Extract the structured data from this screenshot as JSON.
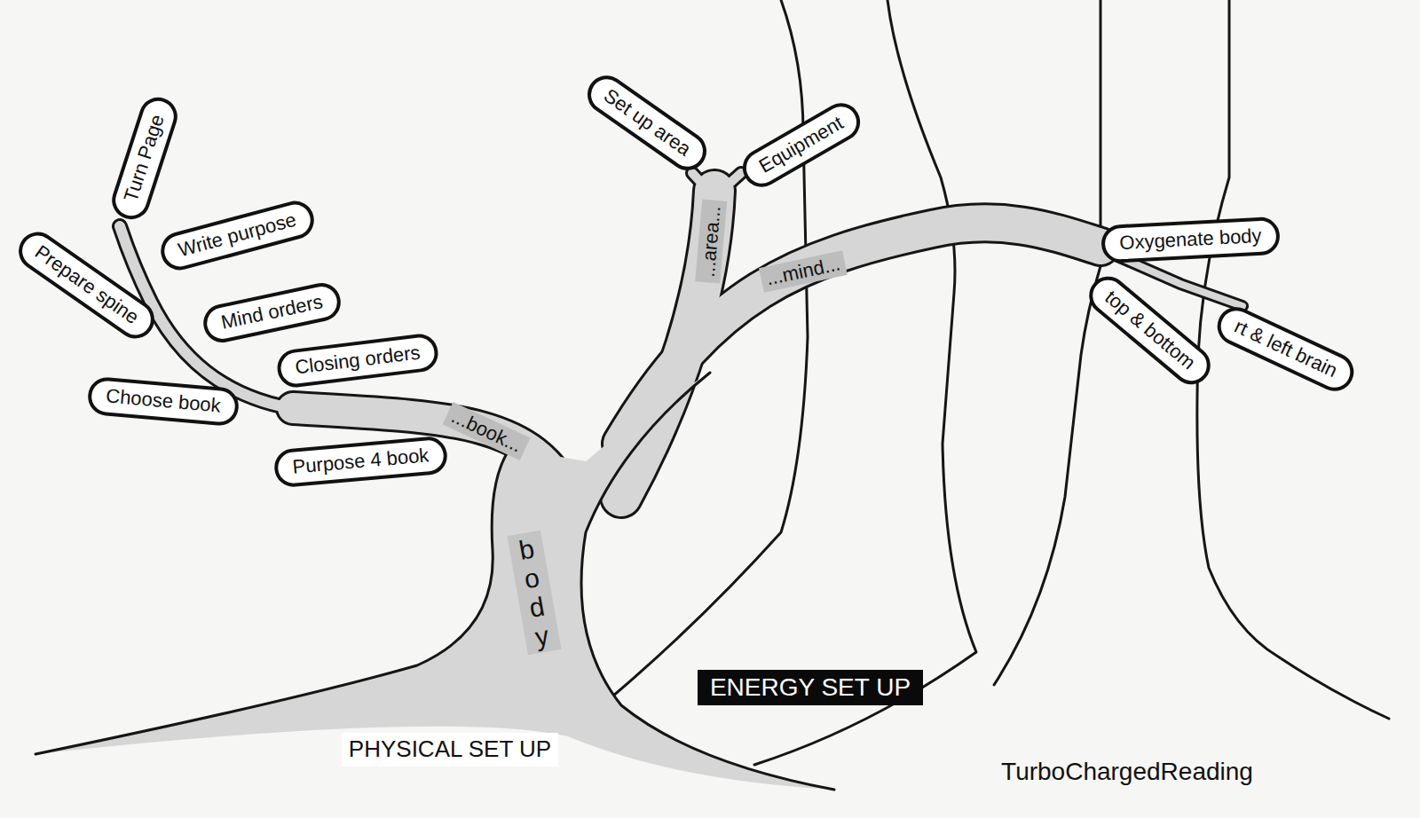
{
  "diagram": {
    "nodes": [
      {
        "text": [
          "Turn Page"
        ]
      },
      {
        "text": [
          "Write purpose"
        ]
      },
      {
        "text": [
          "Prepare spine"
        ]
      },
      {
        "text": [
          "Mind orders"
        ]
      },
      {
        "text": [
          "Closing orders"
        ]
      },
      {
        "text": [
          "Choose book"
        ]
      },
      {
        "text": [
          "Purpose 4 book"
        ]
      },
      {
        "text": [
          "Set up area"
        ]
      },
      {
        "text": [
          "Equipment"
        ]
      },
      {
        "text": [
          "Oxygenate body"
        ]
      },
      {
        "text": [
          "top & bottom"
        ]
      },
      {
        "text": [
          "rt & left brain"
        ]
      }
    ],
    "labels": [
      "...book...",
      "...area...",
      "...mind...",
      "body",
      "PHYSICAL SET UP",
      "ENERGY SET UP",
      "TurboChargedReading"
    ]
  }
}
